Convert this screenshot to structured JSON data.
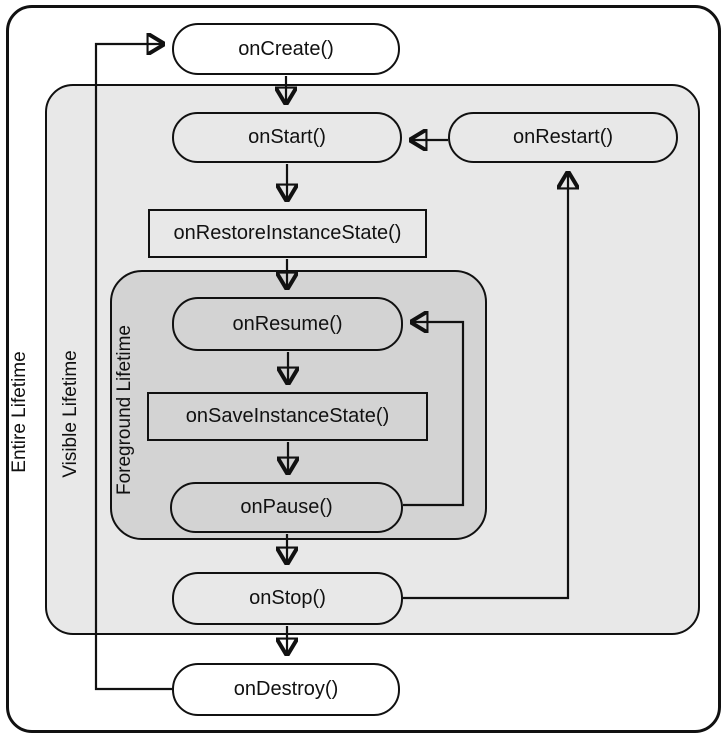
{
  "regions": {
    "entire_lifetime": {
      "label": "Entire Lifetime"
    },
    "visible_lifetime": {
      "label": "Visible Lifetime"
    },
    "foreground_lifetime": {
      "label": "Foreground Lifetime"
    }
  },
  "nodes": {
    "on_create": {
      "label": "onCreate()",
      "shape": "rounded"
    },
    "on_start": {
      "label": "onStart()",
      "shape": "rounded"
    },
    "on_restart": {
      "label": "onRestart()",
      "shape": "rounded"
    },
    "on_restore_instance_state": {
      "label": "onRestoreInstanceState()",
      "shape": "rect"
    },
    "on_resume": {
      "label": "onResume()",
      "shape": "rounded"
    },
    "on_save_instance_state": {
      "label": "onSaveInstanceState()",
      "shape": "rect"
    },
    "on_pause": {
      "label": "onPause()",
      "shape": "rounded"
    },
    "on_stop": {
      "label": "onStop()",
      "shape": "rounded"
    },
    "on_destroy": {
      "label": "onDestroy()",
      "shape": "rounded"
    }
  },
  "edges": [
    {
      "from": "onCreate()",
      "to": "onStart()"
    },
    {
      "from": "onStart()",
      "to": "onRestoreInstanceState()"
    },
    {
      "from": "onRestoreInstanceState()",
      "to": "onResume()"
    },
    {
      "from": "onResume()",
      "to": "onSaveInstanceState()"
    },
    {
      "from": "onSaveInstanceState()",
      "to": "onPause()"
    },
    {
      "from": "onPause()",
      "to": "onStop()"
    },
    {
      "from": "onStop()",
      "to": "onDestroy()"
    },
    {
      "from": "onRestart()",
      "to": "onStart()"
    },
    {
      "from": "onPause()",
      "to": "onResume()"
    },
    {
      "from": "onStop()",
      "to": "onRestart()"
    },
    {
      "from": "onDestroy()",
      "to": "onCreate()"
    }
  ],
  "colors": {
    "canvas_background": "#ffffff",
    "entire_lifetime_fill": "#ffffff",
    "visible_lifetime_fill": "#e8e8e8",
    "foreground_lifetime_fill": "#d3d3d3",
    "line_and_text": "#111111"
  }
}
